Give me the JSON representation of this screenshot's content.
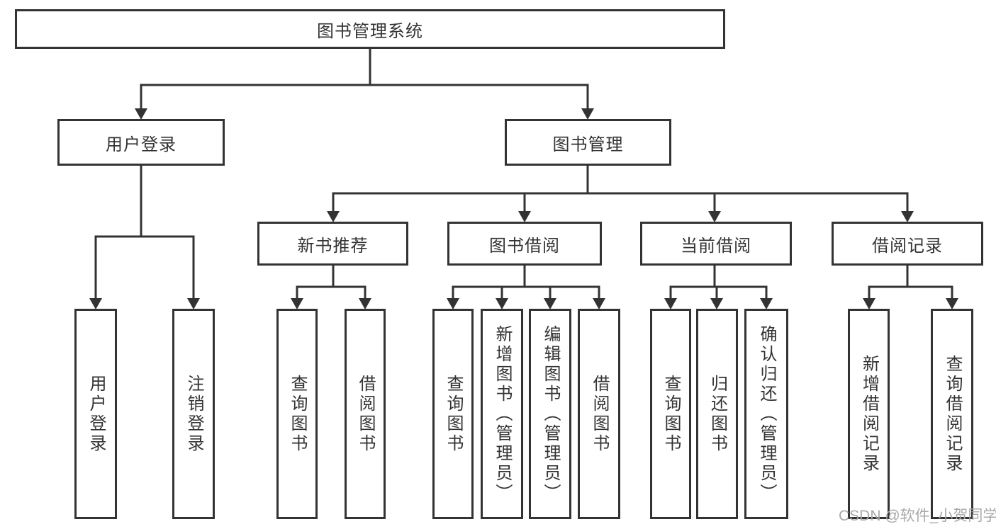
{
  "tree": {
    "label": "图书管理系统",
    "children": [
      {
        "label": "用户登录",
        "children": [
          {
            "label": "用户登录"
          },
          {
            "label": "注销登录"
          }
        ]
      },
      {
        "label": "图书管理",
        "children": [
          {
            "label": "新书推荐",
            "children": [
              {
                "label": "查询图书"
              },
              {
                "label": "借阅图书"
              }
            ]
          },
          {
            "label": "图书借阅",
            "children": [
              {
                "label": "查询图书"
              },
              {
                "label": "新增图书（管理员）"
              },
              {
                "label": "编辑图书（管理员）"
              },
              {
                "label": "借阅图书"
              }
            ]
          },
          {
            "label": "当前借阅",
            "children": [
              {
                "label": "查询图书"
              },
              {
                "label": "归还图书"
              },
              {
                "label": "确认归还（管理员）"
              }
            ]
          },
          {
            "label": "借阅记录",
            "children": [
              {
                "label": "新增借阅记录"
              },
              {
                "label": "查询借阅记录"
              }
            ]
          }
        ]
      }
    ]
  },
  "watermark": {
    "text": "CSDN @软件_小贺同学"
  },
  "colors": {
    "line": "#333333",
    "text": "#333333",
    "watermark": "#a8a8a8",
    "background": "#ffffff"
  }
}
